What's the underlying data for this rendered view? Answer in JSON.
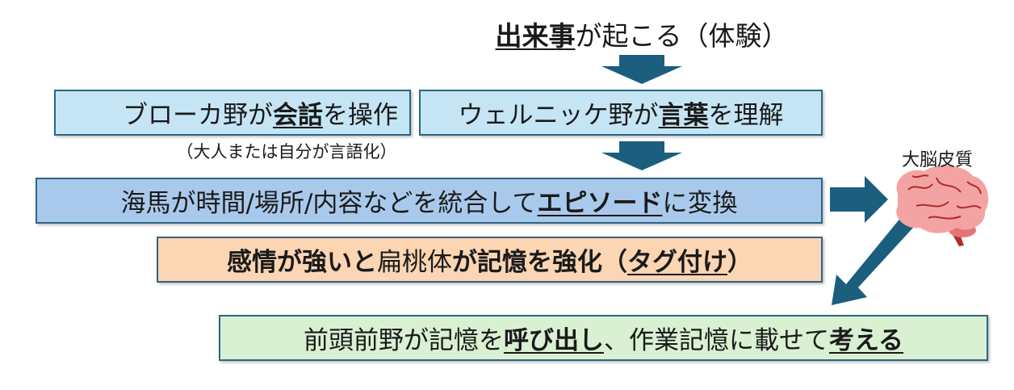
{
  "title": {
    "event": "出来事",
    "rest": "が起こる（体験）"
  },
  "broca": {
    "a": "ブローカ野が",
    "b": "会話",
    "c": "を操作"
  },
  "broca_note": "（大人または自分が言語化）",
  "wernicke": {
    "a": "ウェルニッケ野が",
    "b": "言葉",
    "c": "を理解"
  },
  "hippocampus": {
    "a": "海馬が時間/場所/内容などを統合して",
    "b": "エピソード",
    "c": "に変換"
  },
  "amygdala": {
    "a": "感情が強いと",
    "b": "扁桃体",
    "c": "が記憶を強化（",
    "d": "タグ付け",
    "e": "）"
  },
  "prefrontal": {
    "a": "前頭前野が記憶を",
    "b": "呼び出し",
    "c": "、作業記憶に載せて",
    "d": "考える"
  },
  "brain_label": "大脳皮質",
  "colors": {
    "arrow": "#1b5e7e",
    "broca_fill": "#c5e5f5",
    "hippo_fill": "#a9c9ec",
    "amyg_fill": "#fcd5b2",
    "pfc_fill": "#d9f1d2",
    "brain": "#f4a3a3"
  }
}
